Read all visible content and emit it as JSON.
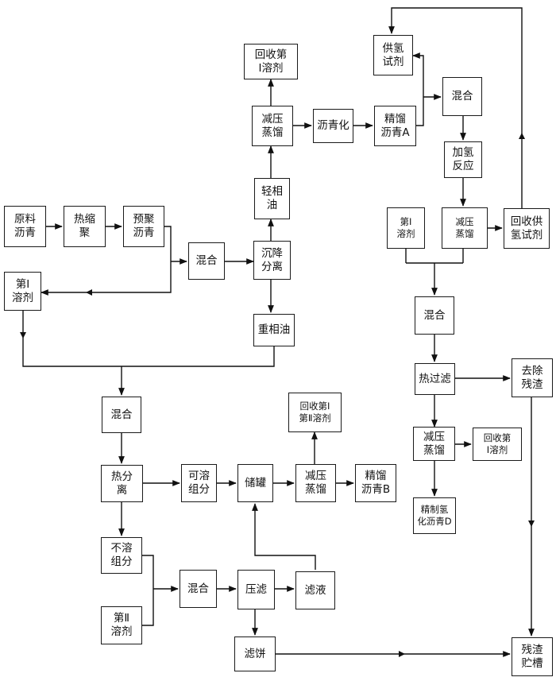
{
  "diagram": {
    "type": "process-flowchart",
    "nodes": {
      "raw_pitch": "原料\n沥青",
      "thermal_poly": "热缩\n聚",
      "prepoly_pitch": "预聚\n沥青",
      "solvent1_left": "第Ⅰ\n溶剂",
      "mix1": "混合",
      "settling_sep": "沉降\n分离",
      "light_oil": "轻相\n油",
      "heavy_oil": "重相油",
      "vacuum_dist1": "减压\n蒸馏",
      "recover_solvent1_top": "回收第\nⅠ溶剂",
      "pitch_formation": "沥青化",
      "refined_pitch_a": "精馏\n沥青A",
      "hydrogen_donor": "供氢\n试剂",
      "mix2": "混合",
      "hydrogenation": "加氢\n反应",
      "solvent1_right": "第Ⅰ\n溶剂",
      "vacuum_dist2": "减压\n蒸馏",
      "recover_h_donor": "回收供\n氢试剂",
      "mix3": "混合",
      "hot_filter": "热过滤",
      "remove_residue": "去除\n残渣",
      "vacuum_dist3": "减压\n蒸馏",
      "recover_solvent1_right": "回收第\nⅠ溶剂",
      "refined_hydro_pitch_d": "精制氢\n化沥青D",
      "mix4": "混合",
      "hot_sep": "热分\n离",
      "soluble": "可溶\n组分",
      "storage_tank": "储罐",
      "vacuum_dist4": "减压\n蒸馏",
      "recover_solvent12": "回收第Ⅰ\n第Ⅱ溶剂",
      "refined_pitch_b": "精馏\n沥青B",
      "insoluble": "不溶\n组分",
      "solvent2": "第Ⅱ\n溶剂",
      "mix5": "混合",
      "press_filter": "压滤",
      "filtrate": "滤液",
      "filter_cake": "滤饼",
      "residue_tank": "残渣\n贮槽"
    }
  }
}
